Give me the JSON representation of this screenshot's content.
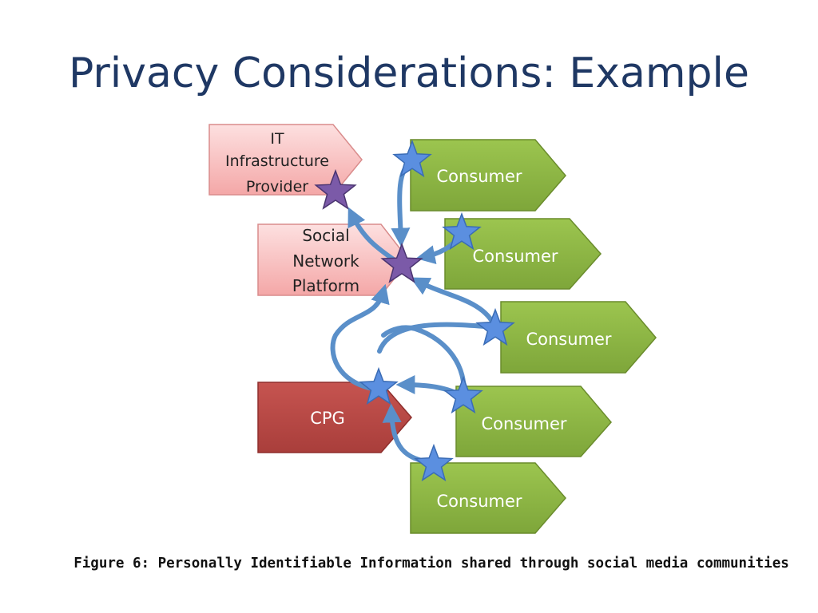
{
  "slide": {
    "title": "Privacy Considerations: Example",
    "caption": "Figure 6:  Personally Identifiable Information shared through social media communities"
  },
  "nodes": {
    "it_provider": {
      "lines": [
        "IT",
        "Infrastructure",
        "Provider"
      ]
    },
    "social_network": {
      "lines": [
        "Social",
        "Network",
        "Platform"
      ]
    },
    "cpg": {
      "label": "CPG"
    },
    "consumers": [
      "Consumer",
      "Consumer",
      "Consumer",
      "Consumer",
      "Consumer"
    ]
  },
  "colors": {
    "title": "#1f3864",
    "pink_fill": "#f7b8b8",
    "pink_stroke": "#d98c8c",
    "consumer_fill": "#8db542",
    "consumer_stroke": "#6a8c2c",
    "cpg_fill": "#b84744",
    "arrow": "#5a8fc9",
    "blue_star": "#5b8fe0",
    "purple_star": "#7b5aa8"
  },
  "icons": {
    "star_blue": "star-icon",
    "star_purple": "star-icon"
  }
}
